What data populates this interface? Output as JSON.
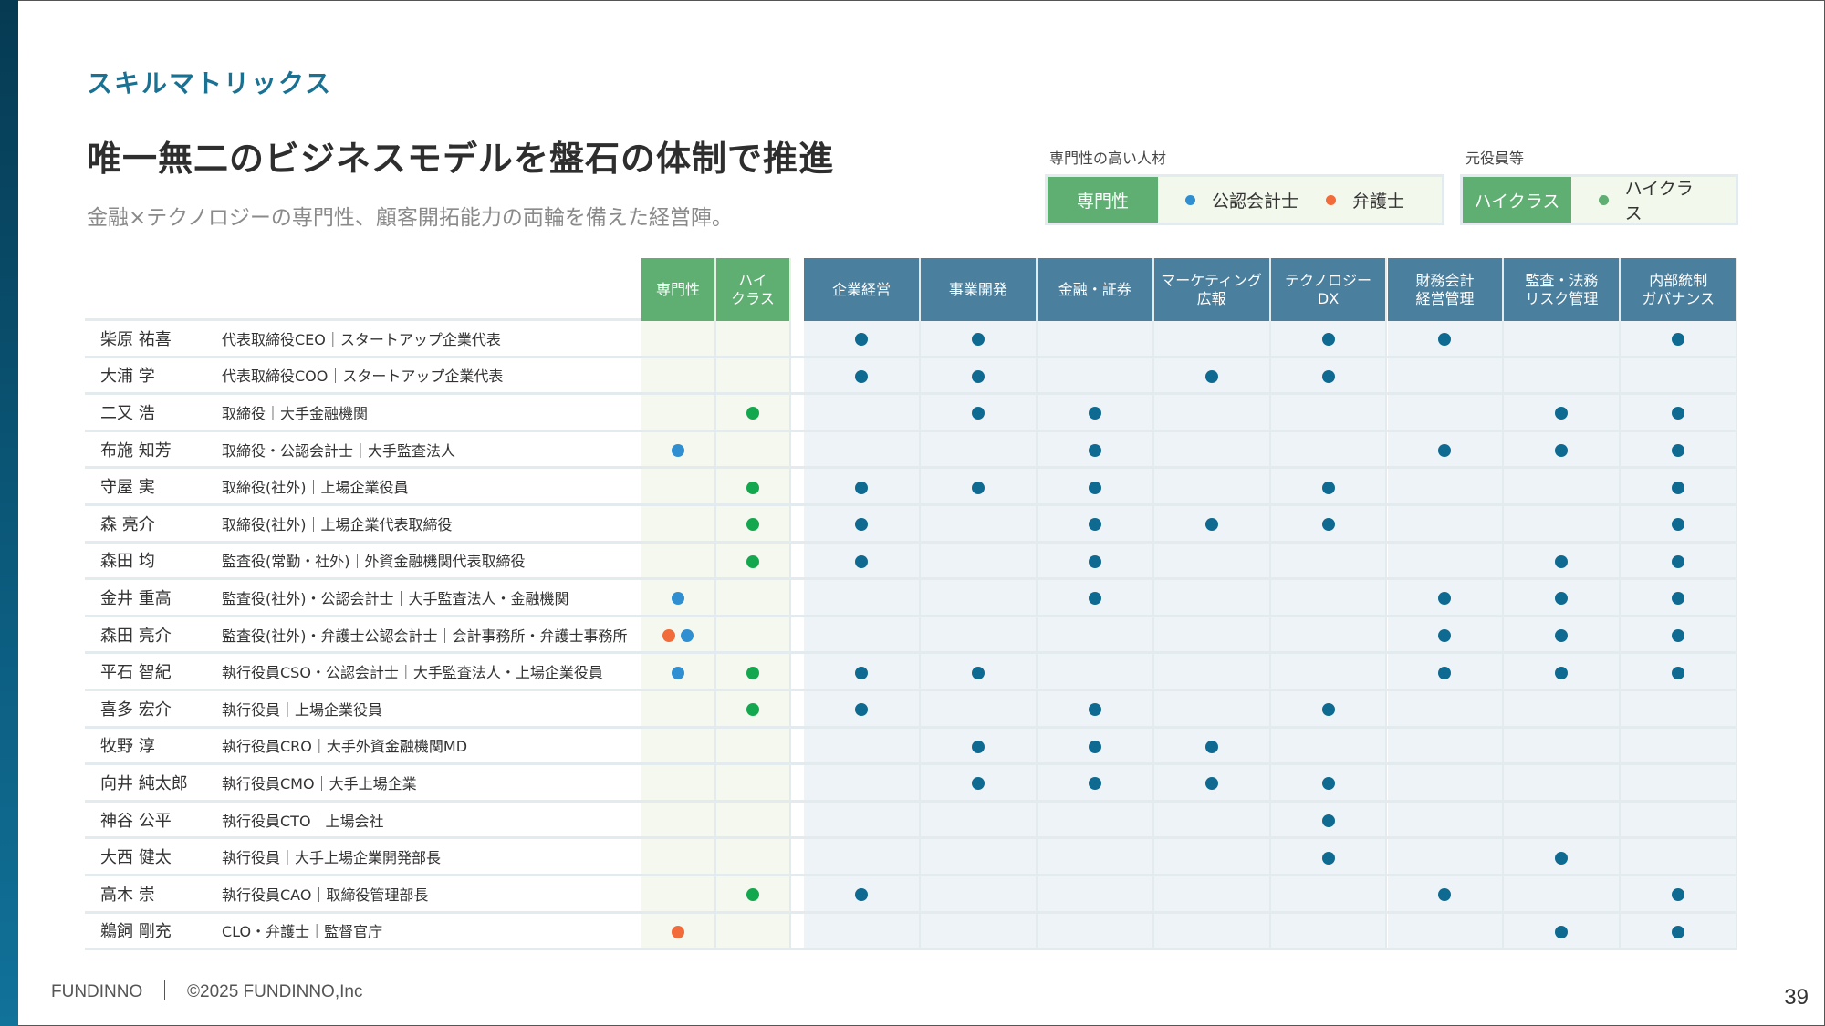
{
  "header": {
    "eyebrow": "スキルマトリックス",
    "title": "唯一無二のビジネスモデルを盤石の体制で推進",
    "subtitle": "金融×テクノロジーの専門性、顧客開拓能力の両輪を備えた経営陣。"
  },
  "legend": {
    "expertise": {
      "label": "専門性の高い人材",
      "tag": "専門性",
      "items": [
        {
          "label": "公認会計士",
          "color": "#2f8fd0"
        },
        {
          "label": "弁護士",
          "color": "#f26b3a"
        }
      ]
    },
    "former_exec": {
      "label": "元役員等",
      "tag": "ハイクラス",
      "items": [
        {
          "label": "ハイクラス",
          "color": "#5fae72"
        }
      ]
    }
  },
  "colors": {
    "cpa": "#2f8fd0",
    "lawyer": "#f26b3a",
    "highclass": "#13a84e",
    "skill": "#0f6a91",
    "green_header": "#5fae72",
    "skill_header": "#4a7f9e"
  },
  "table": {
    "expertise_headers": [
      "専門性",
      "ハイ\nクラス"
    ],
    "skill_headers": [
      "企業経営",
      "事業開発",
      "金融・証券",
      "マーケティング\n広報",
      "テクノロジー\nDX",
      "財務会計\n経営管理",
      "監査・法務\nリスク管理",
      "内部統制\nガバナンス"
    ],
    "rows": [
      {
        "name": "柴原 祐喜",
        "role": "代表取締役CEO｜スタートアップ企業代表",
        "expertise": [],
        "highclass": false,
        "skills": [
          1,
          1,
          0,
          0,
          1,
          1,
          0,
          1
        ]
      },
      {
        "name": "大浦 学",
        "role": "代表取締役COO｜スタートアップ企業代表",
        "expertise": [],
        "highclass": false,
        "skills": [
          1,
          1,
          0,
          1,
          1,
          0,
          0,
          0
        ]
      },
      {
        "name": "二又 浩",
        "role": "取締役｜大手金融機関",
        "expertise": [],
        "highclass": true,
        "skills": [
          0,
          1,
          1,
          0,
          0,
          0,
          1,
          1
        ]
      },
      {
        "name": "布施 知芳",
        "role": "取締役・公認会計士｜大手監査法人",
        "expertise": [
          "cpa"
        ],
        "highclass": false,
        "skills": [
          0,
          0,
          1,
          0,
          0,
          1,
          1,
          1
        ]
      },
      {
        "name": "守屋 実",
        "role": "取締役(社外)｜上場企業役員",
        "expertise": [],
        "highclass": true,
        "skills": [
          1,
          1,
          1,
          0,
          1,
          0,
          0,
          1
        ]
      },
      {
        "name": "森 亮介",
        "role": "取締役(社外)｜上場企業代表取締役",
        "expertise": [],
        "highclass": true,
        "skills": [
          1,
          0,
          1,
          1,
          1,
          0,
          0,
          1
        ]
      },
      {
        "name": "森田 均",
        "role": "監査役(常勤・社外)｜外資金融機関代表取締役",
        "expertise": [],
        "highclass": true,
        "skills": [
          1,
          0,
          1,
          0,
          0,
          0,
          1,
          1
        ]
      },
      {
        "name": "金井 重高",
        "role": "監査役(社外)・公認会計士｜大手監査法人・金融機関",
        "expertise": [
          "cpa"
        ],
        "highclass": false,
        "skills": [
          0,
          0,
          1,
          0,
          0,
          1,
          1,
          1
        ]
      },
      {
        "name": "森田 亮介",
        "role": "監査役(社外)・弁護士公認会計士｜会計事務所・弁護士事務所",
        "expertise": [
          "lawyer",
          "cpa"
        ],
        "highclass": false,
        "skills": [
          0,
          0,
          0,
          0,
          0,
          1,
          1,
          1
        ]
      },
      {
        "name": "平石 智紀",
        "role": "執行役員CSO・公認会計士｜大手監査法人・上場企業役員",
        "expertise": [
          "cpa"
        ],
        "highclass": true,
        "skills": [
          1,
          1,
          0,
          0,
          0,
          1,
          1,
          1
        ]
      },
      {
        "name": "喜多 宏介",
        "role": "執行役員｜上場企業役員",
        "expertise": [],
        "highclass": true,
        "skills": [
          1,
          0,
          1,
          0,
          1,
          0,
          0,
          0
        ]
      },
      {
        "name": "牧野 淳",
        "role": "執行役員CRO｜大手外資金融機関MD",
        "expertise": [],
        "highclass": false,
        "skills": [
          0,
          1,
          1,
          1,
          0,
          0,
          0,
          0
        ]
      },
      {
        "name": "向井 純太郎",
        "role": "執行役員CMO｜大手上場企業",
        "expertise": [],
        "highclass": false,
        "skills": [
          0,
          1,
          1,
          1,
          1,
          0,
          0,
          0
        ]
      },
      {
        "name": "神谷 公平",
        "role": "執行役員CTO｜上場会社",
        "expertise": [],
        "highclass": false,
        "skills": [
          0,
          0,
          0,
          0,
          1,
          0,
          0,
          0
        ]
      },
      {
        "name": "大西 健太",
        "role": "執行役員｜大手上場企業開発部長",
        "expertise": [],
        "highclass": false,
        "skills": [
          0,
          0,
          0,
          0,
          1,
          0,
          1,
          0
        ]
      },
      {
        "name": "高木 崇",
        "role": "執行役員CAO｜取締役管理部長",
        "expertise": [],
        "highclass": true,
        "skills": [
          1,
          0,
          0,
          0,
          0,
          1,
          0,
          1
        ]
      },
      {
        "name": "鵜飼 剛充",
        "role": "CLO・弁護士｜監督官庁",
        "expertise": [
          "lawyer"
        ],
        "highclass": false,
        "skills": [
          0,
          0,
          0,
          0,
          0,
          0,
          1,
          1
        ]
      }
    ]
  },
  "footer": {
    "brand": "FUNDINNO",
    "copyright": "©2025 FUNDINNO,Inc",
    "page_number": "39"
  }
}
